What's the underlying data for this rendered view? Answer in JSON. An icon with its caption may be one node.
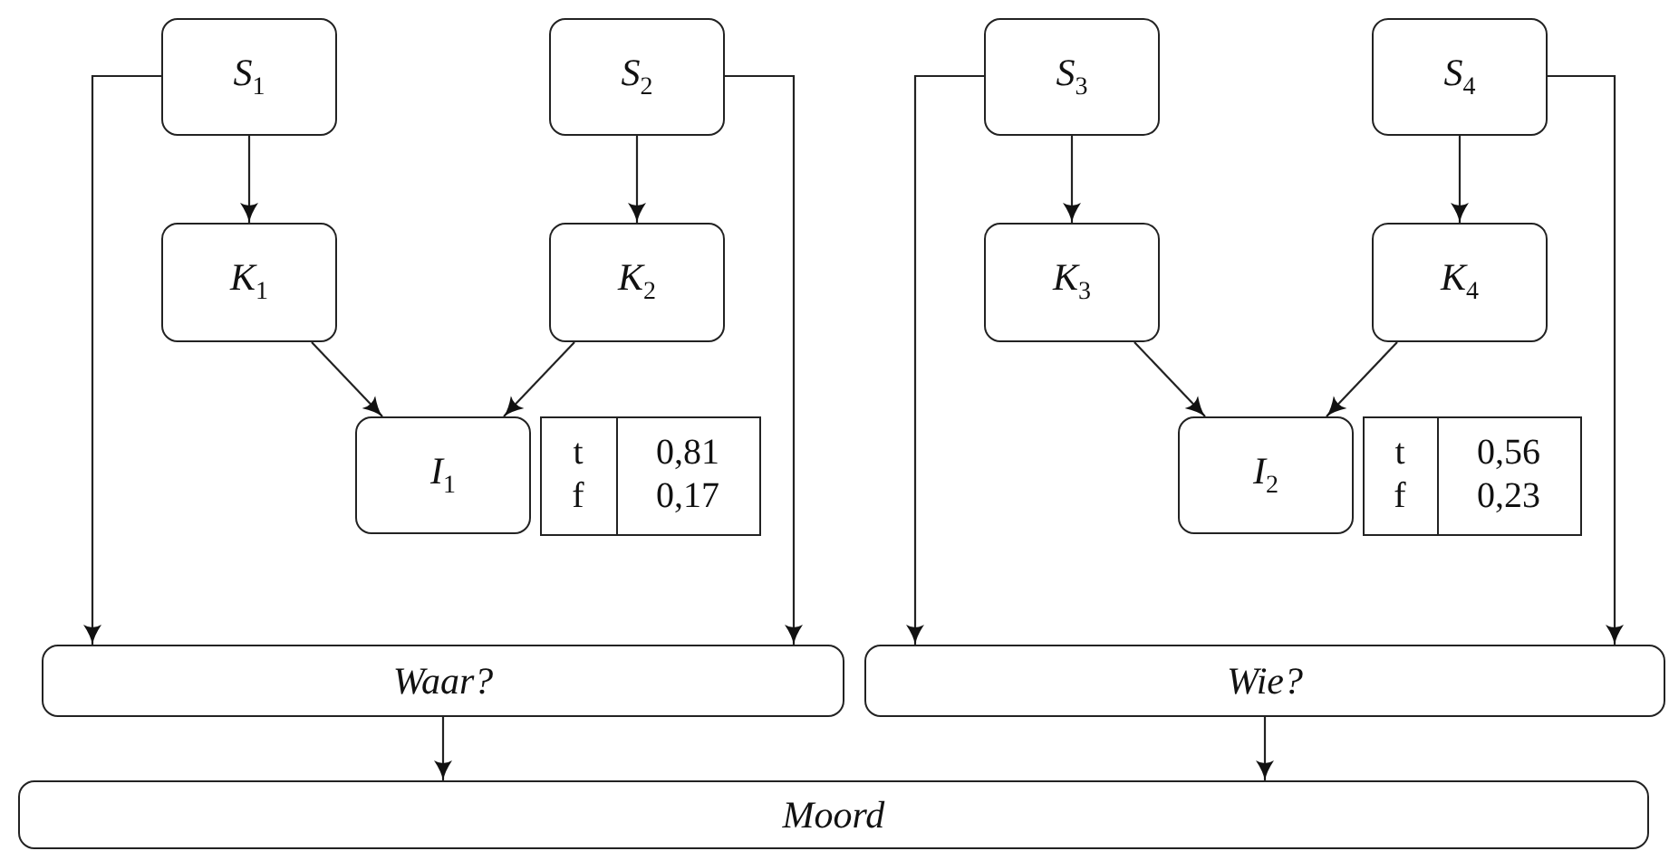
{
  "diagram": {
    "nodes": [
      {
        "text": [
          "*S*$_{1}$"
        ]
      },
      {
        "text": [
          "*S*$_{2}$"
        ]
      },
      {
        "text": [
          "*S*$_{3}$"
        ]
      },
      {
        "text": [
          "*S*$_{4}$"
        ]
      },
      {
        "text": [
          "*K*$_{1}$"
        ]
      },
      {
        "text": [
          "*K*$_{2}$"
        ]
      },
      {
        "text": [
          "*K*$_{3}$"
        ]
      },
      {
        "text": [
          "*K*$_{4}$"
        ]
      },
      {
        "text": [
          "*I*$_{1}$"
        ]
      },
      {
        "text": [
          "*I*$_{2}$"
        ]
      },
      {
        "text": [
          "Waar?"
        ]
      },
      {
        "text": [
          "Wie?"
        ]
      },
      {
        "text": [
          "Moord"
        ]
      }
    ],
    "edges": [
      {
        "from": 0,
        "to": 4,
        "arrow": "to"
      },
      {
        "from": 1,
        "to": 5,
        "arrow": "to"
      },
      {
        "from": 2,
        "to": 6,
        "arrow": "to"
      },
      {
        "from": 3,
        "to": 7,
        "arrow": "to"
      },
      {
        "from": 4,
        "to": 8,
        "arrow": "to"
      },
      {
        "from": 5,
        "to": 8,
        "arrow": "to"
      },
      {
        "from": 6,
        "to": 9,
        "arrow": "to"
      },
      {
        "from": 7,
        "to": 9,
        "arrow": "to"
      },
      {
        "from": 0,
        "to": 10,
        "arrow": "to"
      },
      {
        "from": 1,
        "to": 10,
        "arrow": "to"
      },
      {
        "from": 2,
        "to": 11,
        "arrow": "to"
      },
      {
        "from": 3,
        "to": 11,
        "arrow": "to"
      },
      {
        "from": 10,
        "to": 12,
        "arrow": "to"
      },
      {
        "from": 11,
        "to": 12,
        "arrow": "to"
      }
    ],
    "labels": [
      "t",
      "0,81",
      "f",
      "0,17",
      "t",
      "0,56",
      "f",
      "0,23"
    ]
  }
}
